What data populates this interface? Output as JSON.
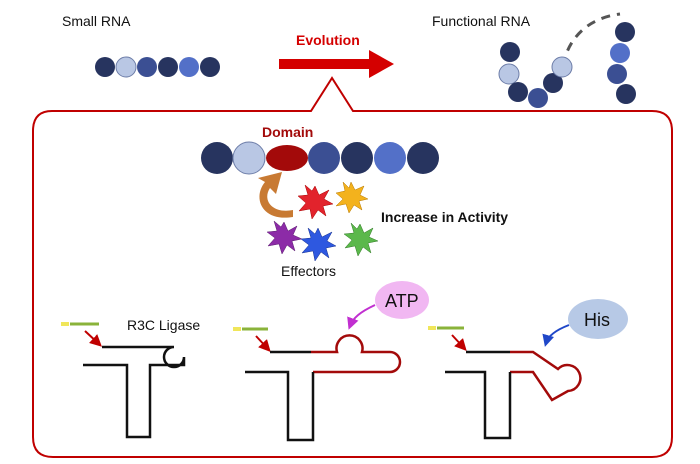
{
  "labels": {
    "small_rna": "Small RNA",
    "evolution": "Evolution",
    "functional_rna": "Functional RNA",
    "domain": "Domain",
    "increase_in_activity": "Increase in Activity",
    "effectors": "Effectors",
    "r3c_ligase": "R3C Ligase",
    "atp": "ATP",
    "his": "His"
  },
  "colors": {
    "dark_nucleotide": "#27345f",
    "mid_nucleotide": "#3b4f93",
    "light_nucleotide": "#b9c7e4",
    "bright_nucleotide": "#5370c8",
    "domain_red": "#a30a0a",
    "evolution_red": "#d40000",
    "frame_red": "#c00000",
    "rotate_arrow": "#c87a33",
    "atp_bubble": "#f1b7f2",
    "his_bubble": "#b7c9e6",
    "atp_arrow": "#c12fd0",
    "his_arrow": "#1f47c8"
  },
  "effectors": [
    {
      "fill": "#e2232c",
      "name": "effector-star-red"
    },
    {
      "fill": "#f3b21d",
      "name": "effector-star-orange"
    },
    {
      "fill": "#8c2ba7",
      "name": "effector-star-purple"
    },
    {
      "fill": "#2e58e0",
      "name": "effector-star-blue"
    },
    {
      "fill": "#5bb84b",
      "name": "effector-star-green"
    }
  ]
}
